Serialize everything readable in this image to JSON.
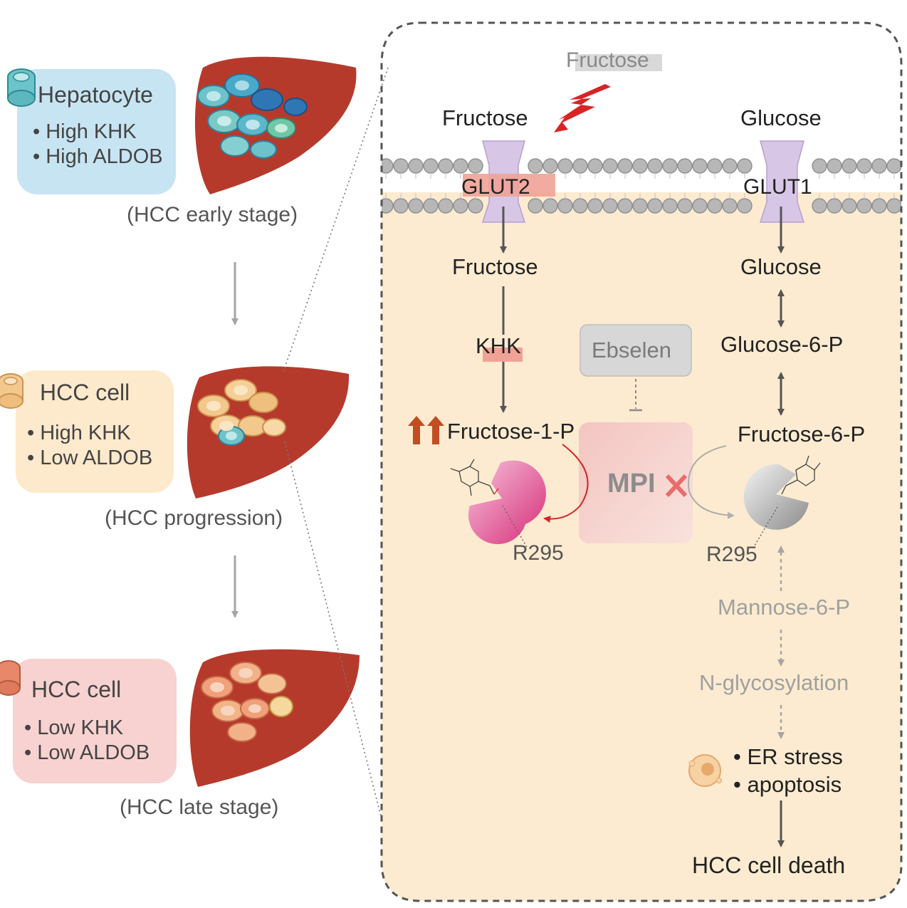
{
  "left_panel": {
    "stages": [
      {
        "cell_type": "Hepatocyte",
        "markers": [
          "High KHK",
          "High ALDOB"
        ],
        "caption": "(HCC early stage)",
        "box_color": "#c7e4f2",
        "cell_color": "#6cc3c9"
      },
      {
        "cell_type": "HCC cell",
        "markers": [
          "High KHK",
          "Low ALDOB"
        ],
        "caption": "(HCC progression)",
        "box_color": "#fde9cc",
        "cell_color": "#f3c88c"
      },
      {
        "cell_type": "HCC cell",
        "markers": [
          "Low KHK",
          "Low ALDOB"
        ],
        "caption": "(HCC late stage)",
        "box_color": "#f7d2d0",
        "cell_color": "#e8876a"
      }
    ]
  },
  "pathway": {
    "extracellular_fructose": "Fructose",
    "left_branch": {
      "outside": "Fructose",
      "transporter": "GLUT2",
      "inside": "Fructose",
      "enzyme": "KHK",
      "product": "Fructose-1-P",
      "residue": "R295"
    },
    "right_branch": {
      "outside": "Glucose",
      "transporter": "GLUT1",
      "inside": "Glucose",
      "step2": "Glucose-6-P",
      "step3": "Fructose-6-P",
      "residue": "R295",
      "step4": "Mannose-6-P",
      "step5": "N-glycosylation",
      "outcomes": [
        "ER stress",
        "apoptosis"
      ],
      "final": "HCC cell death"
    },
    "inhibitor": "Ebselen",
    "central_enzyme": "MPI"
  },
  "colors": {
    "cytoplasm": "#fcebd0",
    "liver": "#b63a2c",
    "membrane_bead": "#b7b7b7",
    "transporter": "#d8c6e6",
    "highlight": "#f0a296",
    "accent_red": "#d82424",
    "arrow_orange": "#c24d22",
    "enzyme_pink": "#e4488b",
    "gray_text": "#9b9b9b"
  }
}
